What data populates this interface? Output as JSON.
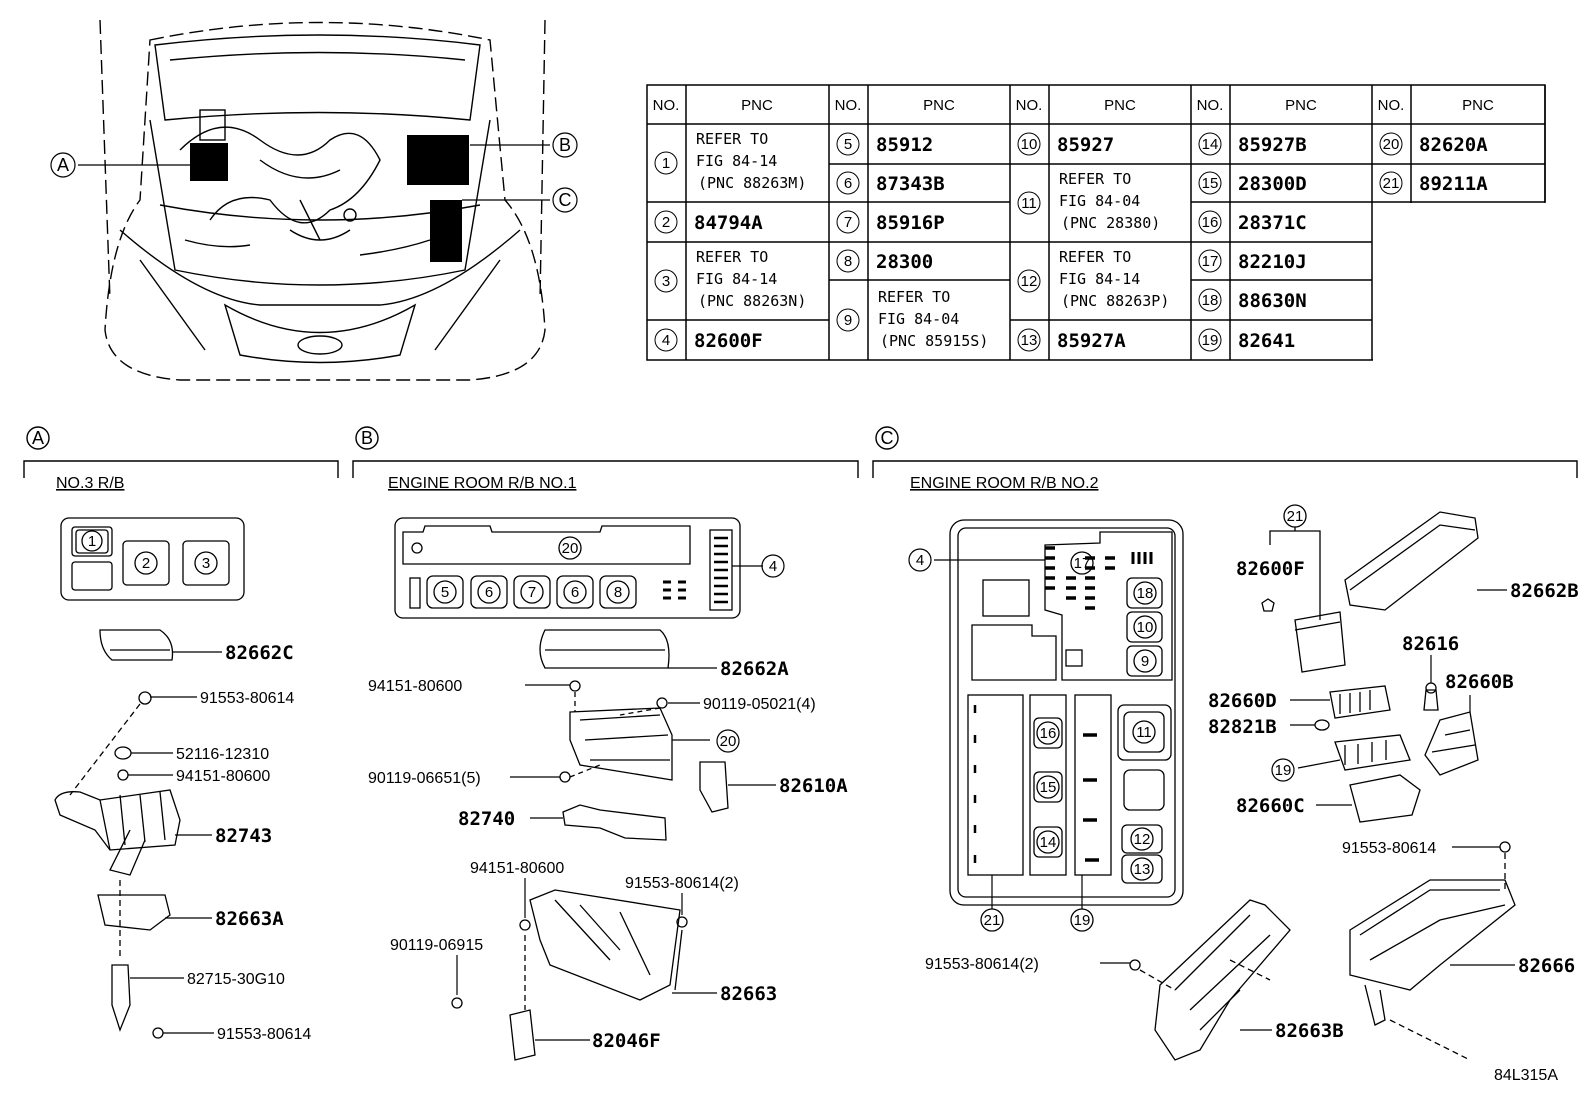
{
  "table": {
    "header_no": "NO.",
    "header_pnc": "PNC",
    "rows": [
      {
        "no": "1",
        "lines": [
          "REFER TO",
          "FIG 84-14",
          "(PNC 88263M)"
        ]
      },
      {
        "no": "2",
        "lines": [
          "84794A"
        ]
      },
      {
        "no": "3",
        "lines": [
          "REFER TO",
          "FIG 84-14",
          "(PNC 88263N)"
        ]
      },
      {
        "no": "4",
        "lines": [
          "82600F"
        ]
      },
      {
        "no": "5",
        "lines": [
          "85912"
        ]
      },
      {
        "no": "6",
        "lines": [
          "87343B"
        ]
      },
      {
        "no": "7",
        "lines": [
          "85916P"
        ]
      },
      {
        "no": "8",
        "lines": [
          "28300"
        ]
      },
      {
        "no": "9",
        "lines": [
          "REFER TO",
          "FIG 84-04",
          "(PNC 85915S)"
        ]
      },
      {
        "no": "10",
        "lines": [
          "85927"
        ]
      },
      {
        "no": "11",
        "lines": [
          "REFER TO",
          "FIG 84-04",
          "(PNC 28380)"
        ]
      },
      {
        "no": "12",
        "lines": [
          "REFER TO",
          "FIG 84-14",
          "(PNC 88263P)"
        ]
      },
      {
        "no": "13",
        "lines": [
          "85927A"
        ]
      },
      {
        "no": "14",
        "lines": [
          "85927B"
        ]
      },
      {
        "no": "15",
        "lines": [
          "28300D"
        ]
      },
      {
        "no": "16",
        "lines": [
          "28371C"
        ]
      },
      {
        "no": "17",
        "lines": [
          "82210J"
        ]
      },
      {
        "no": "18",
        "lines": [
          "88630N"
        ]
      },
      {
        "no": "19",
        "lines": [
          "82641"
        ]
      },
      {
        "no": "20",
        "lines": [
          "82620A"
        ]
      },
      {
        "no": "21",
        "lines": [
          "89211A"
        ]
      }
    ]
  },
  "overview": {
    "callouts": [
      "A",
      "B",
      "C"
    ]
  },
  "sections": {
    "a": {
      "letter": "A",
      "title": "NO.3 R/B"
    },
    "b": {
      "letter": "B",
      "title": "ENGINE ROOM R/B NO.1"
    },
    "c": {
      "letter": "C",
      "title": "ENGINE ROOM R/B NO.2"
    }
  },
  "parts_a": {
    "p1": "82662C",
    "p2": "91553-80614",
    "p3": "52116-12310",
    "p4": "94151-80600",
    "p5": "82743",
    "p6": "82663A",
    "p7": "82715-30G10",
    "p8": "91553-80614",
    "box_nums": [
      "1",
      "2",
      "3"
    ]
  },
  "parts_b": {
    "p1": "82662A",
    "p2": "94151-80600",
    "p3": "90119-05021(4)",
    "p4": "90119-06651(5)",
    "p5": "82610A",
    "p6": "82740",
    "p7": "94151-80600",
    "p8": "91553-80614(2)",
    "p9": "90119-06915",
    "p10": "82663",
    "p11": "82046F",
    "box_nums": [
      "20",
      "5",
      "6",
      "7",
      "6",
      "8",
      "4",
      "20"
    ]
  },
  "parts_c": {
    "p1": "82600F",
    "p2": "82662B",
    "p3": "82616",
    "p4": "82660D",
    "p5": "82660B",
    "p6": "82821B",
    "p7": "82660C",
    "p8": "91553-80614",
    "p9": "91553-80614(2)",
    "p10": "82666",
    "p11": "82663B",
    "box_nums": [
      "4",
      "17",
      "18",
      "10",
      "9",
      "16",
      "11",
      "15",
      "14",
      "12",
      "13",
      "21",
      "19",
      "21",
      "19"
    ]
  },
  "figure_id": "84L315A"
}
